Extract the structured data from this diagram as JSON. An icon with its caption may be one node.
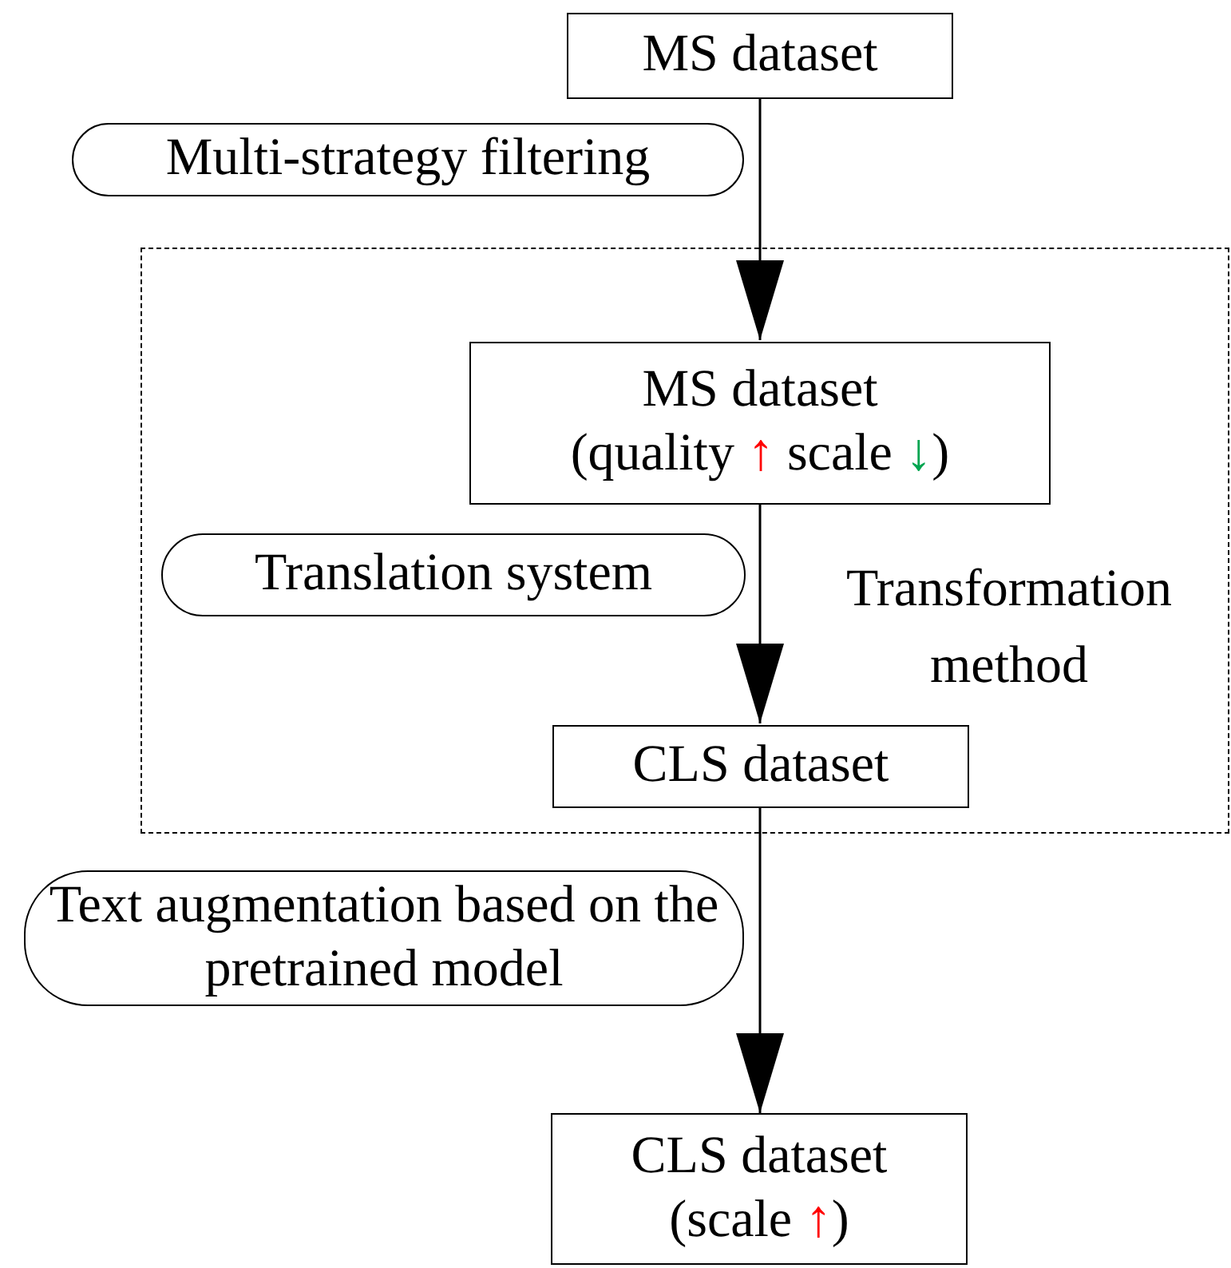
{
  "diagram": {
    "nodes": [
      {
        "text": [
          "MS dataset"
        ]
      },
      {
        "text": [
          "Multi-strategy filtering"
        ]
      },
      {
        "text": [
          "Transformation method"
        ]
      },
      {
        "text": [
          "MS dataset",
          "(quality ↑ scale ↓)"
        ],
        "in": 2
      },
      {
        "text": [
          "Translation system"
        ],
        "in": 2
      },
      {
        "text": [
          "CLS dataset"
        ],
        "in": 2
      },
      {
        "text": [
          "Text augmentation based on the pretrained model"
        ]
      },
      {
        "text": [
          "CLS dataset",
          "(scale ↑)"
        ]
      }
    ],
    "edges": [
      {
        "from": 0,
        "to": 3,
        "arrow": "to"
      },
      {
        "from": 3,
        "to": 5,
        "arrow": "to"
      },
      {
        "from": 5,
        "to": 7,
        "arrow": "to"
      }
    ]
  }
}
